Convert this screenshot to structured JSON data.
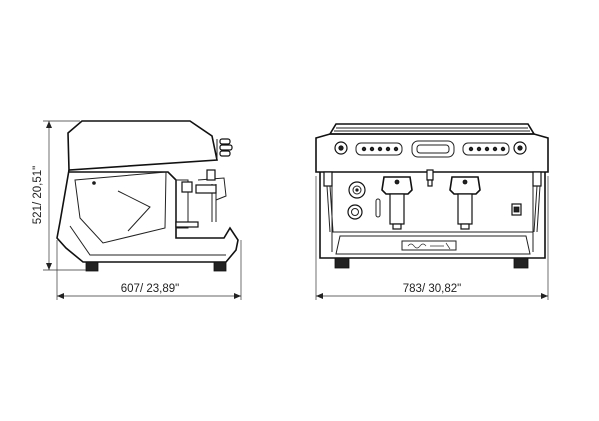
{
  "dimensions": {
    "side_height_label": "521/ 20,51\"",
    "side_width_label": "607/ 23,89\"",
    "front_width_label": "783/ 30,82\""
  },
  "colors": {
    "line": "#222222",
    "background": "#ffffff"
  }
}
